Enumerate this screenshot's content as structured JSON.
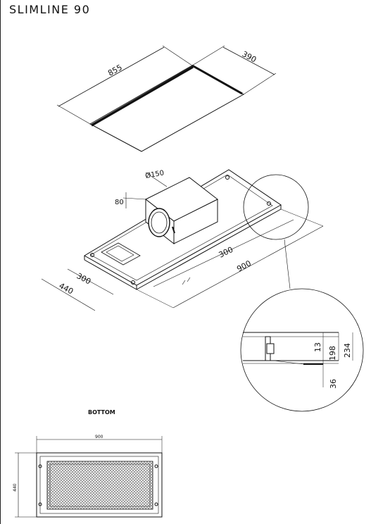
{
  "title": "SLIMLINE 90",
  "cover_view": {
    "length_label": "855",
    "width_label": "390"
  },
  "iso_view": {
    "duct_label": "Ø150",
    "spigot_height_label": "80",
    "inner_width_label": "300",
    "inner_length_label": "300",
    "outer_length_label": "900",
    "outer_width_label": "440"
  },
  "detail_view": {
    "dim_13": "13",
    "dim_198": "198",
    "dim_234": "234",
    "dim_36": "36"
  },
  "bottom_view": {
    "heading": "BOTTOM",
    "width_label": "900",
    "height_label": "440"
  },
  "colors": {
    "line": "#111111",
    "background": "#ffffff",
    "mesh": "#8a8a8a"
  }
}
